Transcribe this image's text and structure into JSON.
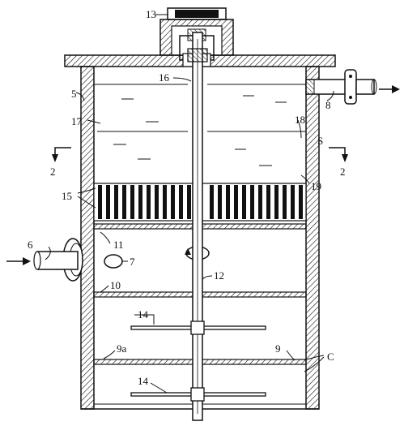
{
  "labels": {
    "n13": "13",
    "n16": "16",
    "n5": "5",
    "n8": "8",
    "n17": "17",
    "n18": "18",
    "nS": "S",
    "n2a": "2",
    "n2b": "2",
    "n15": "15",
    "n19": "19",
    "n6": "6",
    "n11": "11",
    "n7": "7",
    "n12": "12",
    "n10": "10",
    "n14a": "14",
    "n9a": "9a",
    "n9": "9",
    "nC": "C",
    "n14b": "14"
  },
  "colors": {
    "ink": "#111111",
    "paper": "#ffffff"
  }
}
